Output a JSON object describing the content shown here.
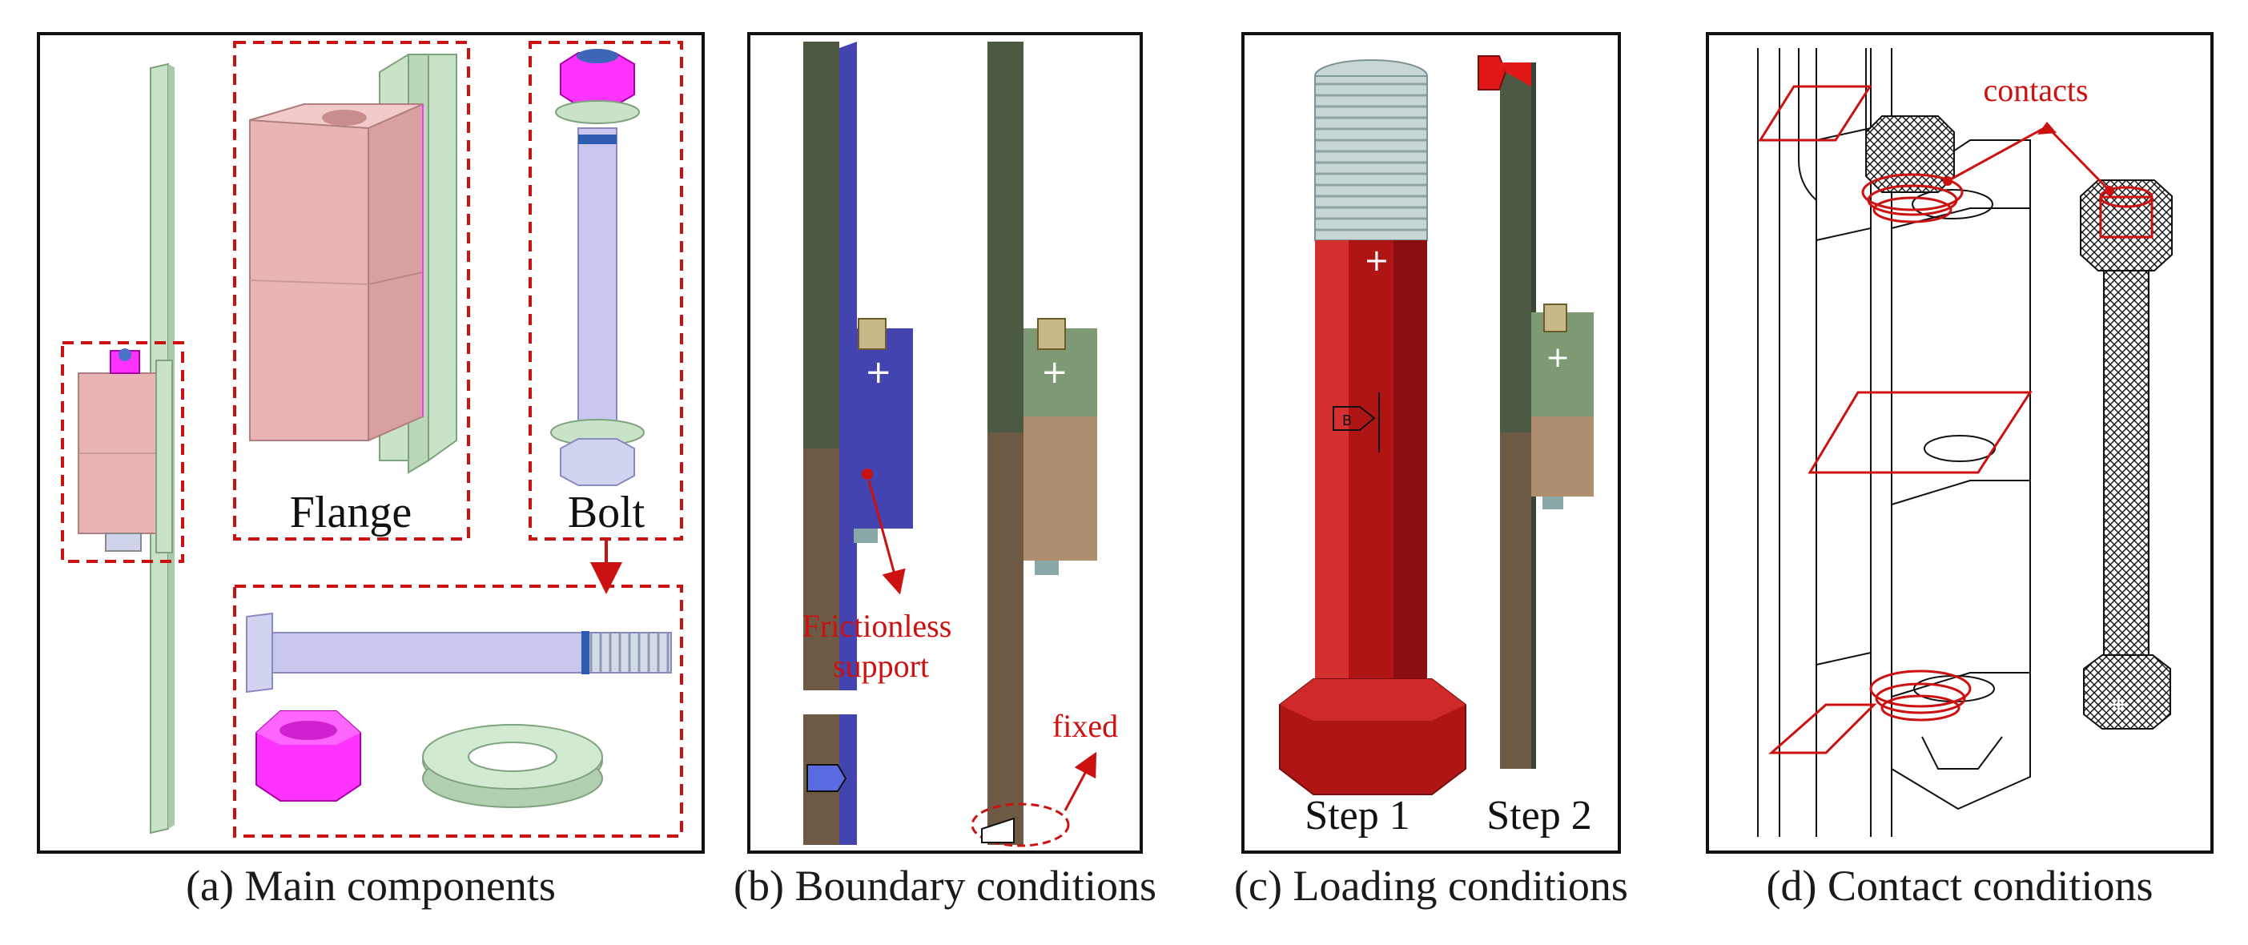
{
  "panels": {
    "a": {
      "caption": "(a) Main components",
      "labels": {
        "flange": "Flange",
        "bolt": "Bolt"
      }
    },
    "b": {
      "caption": "(b) Boundary conditions",
      "labels": {
        "frictionless_1": "Frictionless",
        "frictionless_2": "support",
        "fixed": "fixed"
      }
    },
    "c": {
      "caption": "(c) Loading conditions",
      "labels": {
        "step1": "Step 1",
        "step2": "Step 2",
        "marker_b": "B"
      }
    },
    "d": {
      "caption": "(d) Contact conditions",
      "labels": {
        "contacts": "contacts"
      }
    }
  },
  "colors": {
    "flange_pink": "#e8b4b4",
    "plate_green": "#c9e3c9",
    "nut_magenta": "#ff33ff",
    "bolt_lavender": "#c7c7f0",
    "support_blue": "#4444b0",
    "plate_dark": "#4d5a43",
    "plate_brown": "#6e5a44",
    "load_red": "#b01515",
    "annotation_red": "#cc1111"
  }
}
